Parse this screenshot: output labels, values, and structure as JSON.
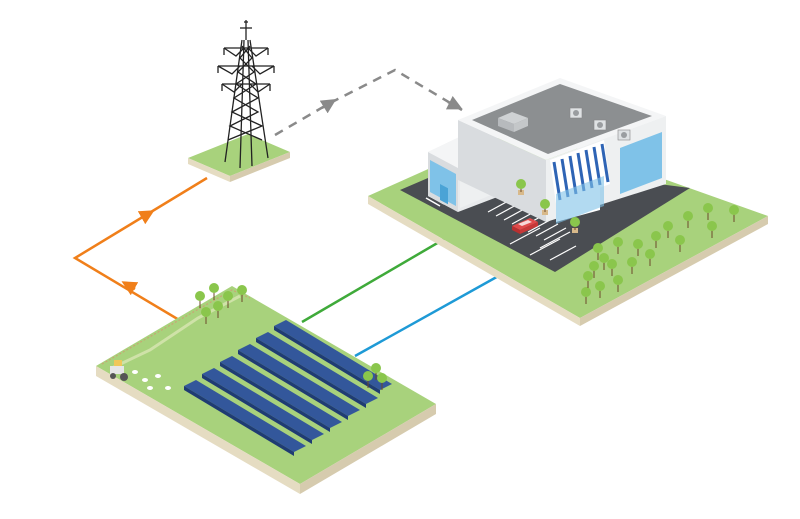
{
  "diagram": {
    "nodes": [
      {
        "id": "pylon",
        "icon": "transmission-tower-icon"
      },
      {
        "id": "building",
        "icon": "commercial-building-icon"
      },
      {
        "id": "solar_farm",
        "icon": "solar-panel-array-icon"
      }
    ],
    "connections": [
      {
        "from": "solar_farm",
        "to": "pylon",
        "style": "solid-arrow",
        "color": "#f07f1a"
      },
      {
        "from": "pylon",
        "to": "building",
        "style": "dashed-arrow",
        "color": "#8a8a8a"
      },
      {
        "from": "solar_farm",
        "to": "building",
        "style": "solid",
        "color": "#3faa3a"
      },
      {
        "from": "solar_farm",
        "to": "building",
        "style": "solid",
        "color": "#1e9ad6"
      }
    ]
  },
  "colors": {
    "grass_top": "#a8d27c",
    "grass_side": "#e5dcc2",
    "asphalt": "#4a4d52",
    "panel": "#33579b",
    "tree": "#8ac64c",
    "building_wall": "#e8eaec",
    "roof": "#8c8f91"
  }
}
